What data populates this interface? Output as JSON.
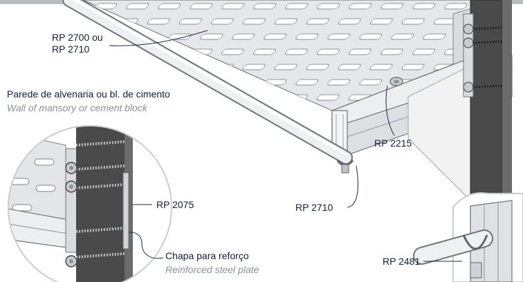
{
  "labels": {
    "rp2700_line1": "RP 2700 ou",
    "rp2700_line2": "RP 2710",
    "wall_pt": "Parede de alvenaria ou bl. de cimento",
    "wall_en": "Wall of mansory or cement block",
    "rp2215": "RP 2215",
    "rp2075": "RP 2075",
    "rp2710": "RP 2710",
    "plate_pt": "Chapa para reforço",
    "plate_en": "Reinforced steel plate",
    "rp2481": "RP 2481"
  },
  "colors": {
    "steel_light": "#e9eaec",
    "steel_mid": "#cfd2d6",
    "steel_dark": "#9ea3a9",
    "wall": "#4a4a4a",
    "text": "#1b2a4a",
    "italic_text": "#8a8f98"
  }
}
